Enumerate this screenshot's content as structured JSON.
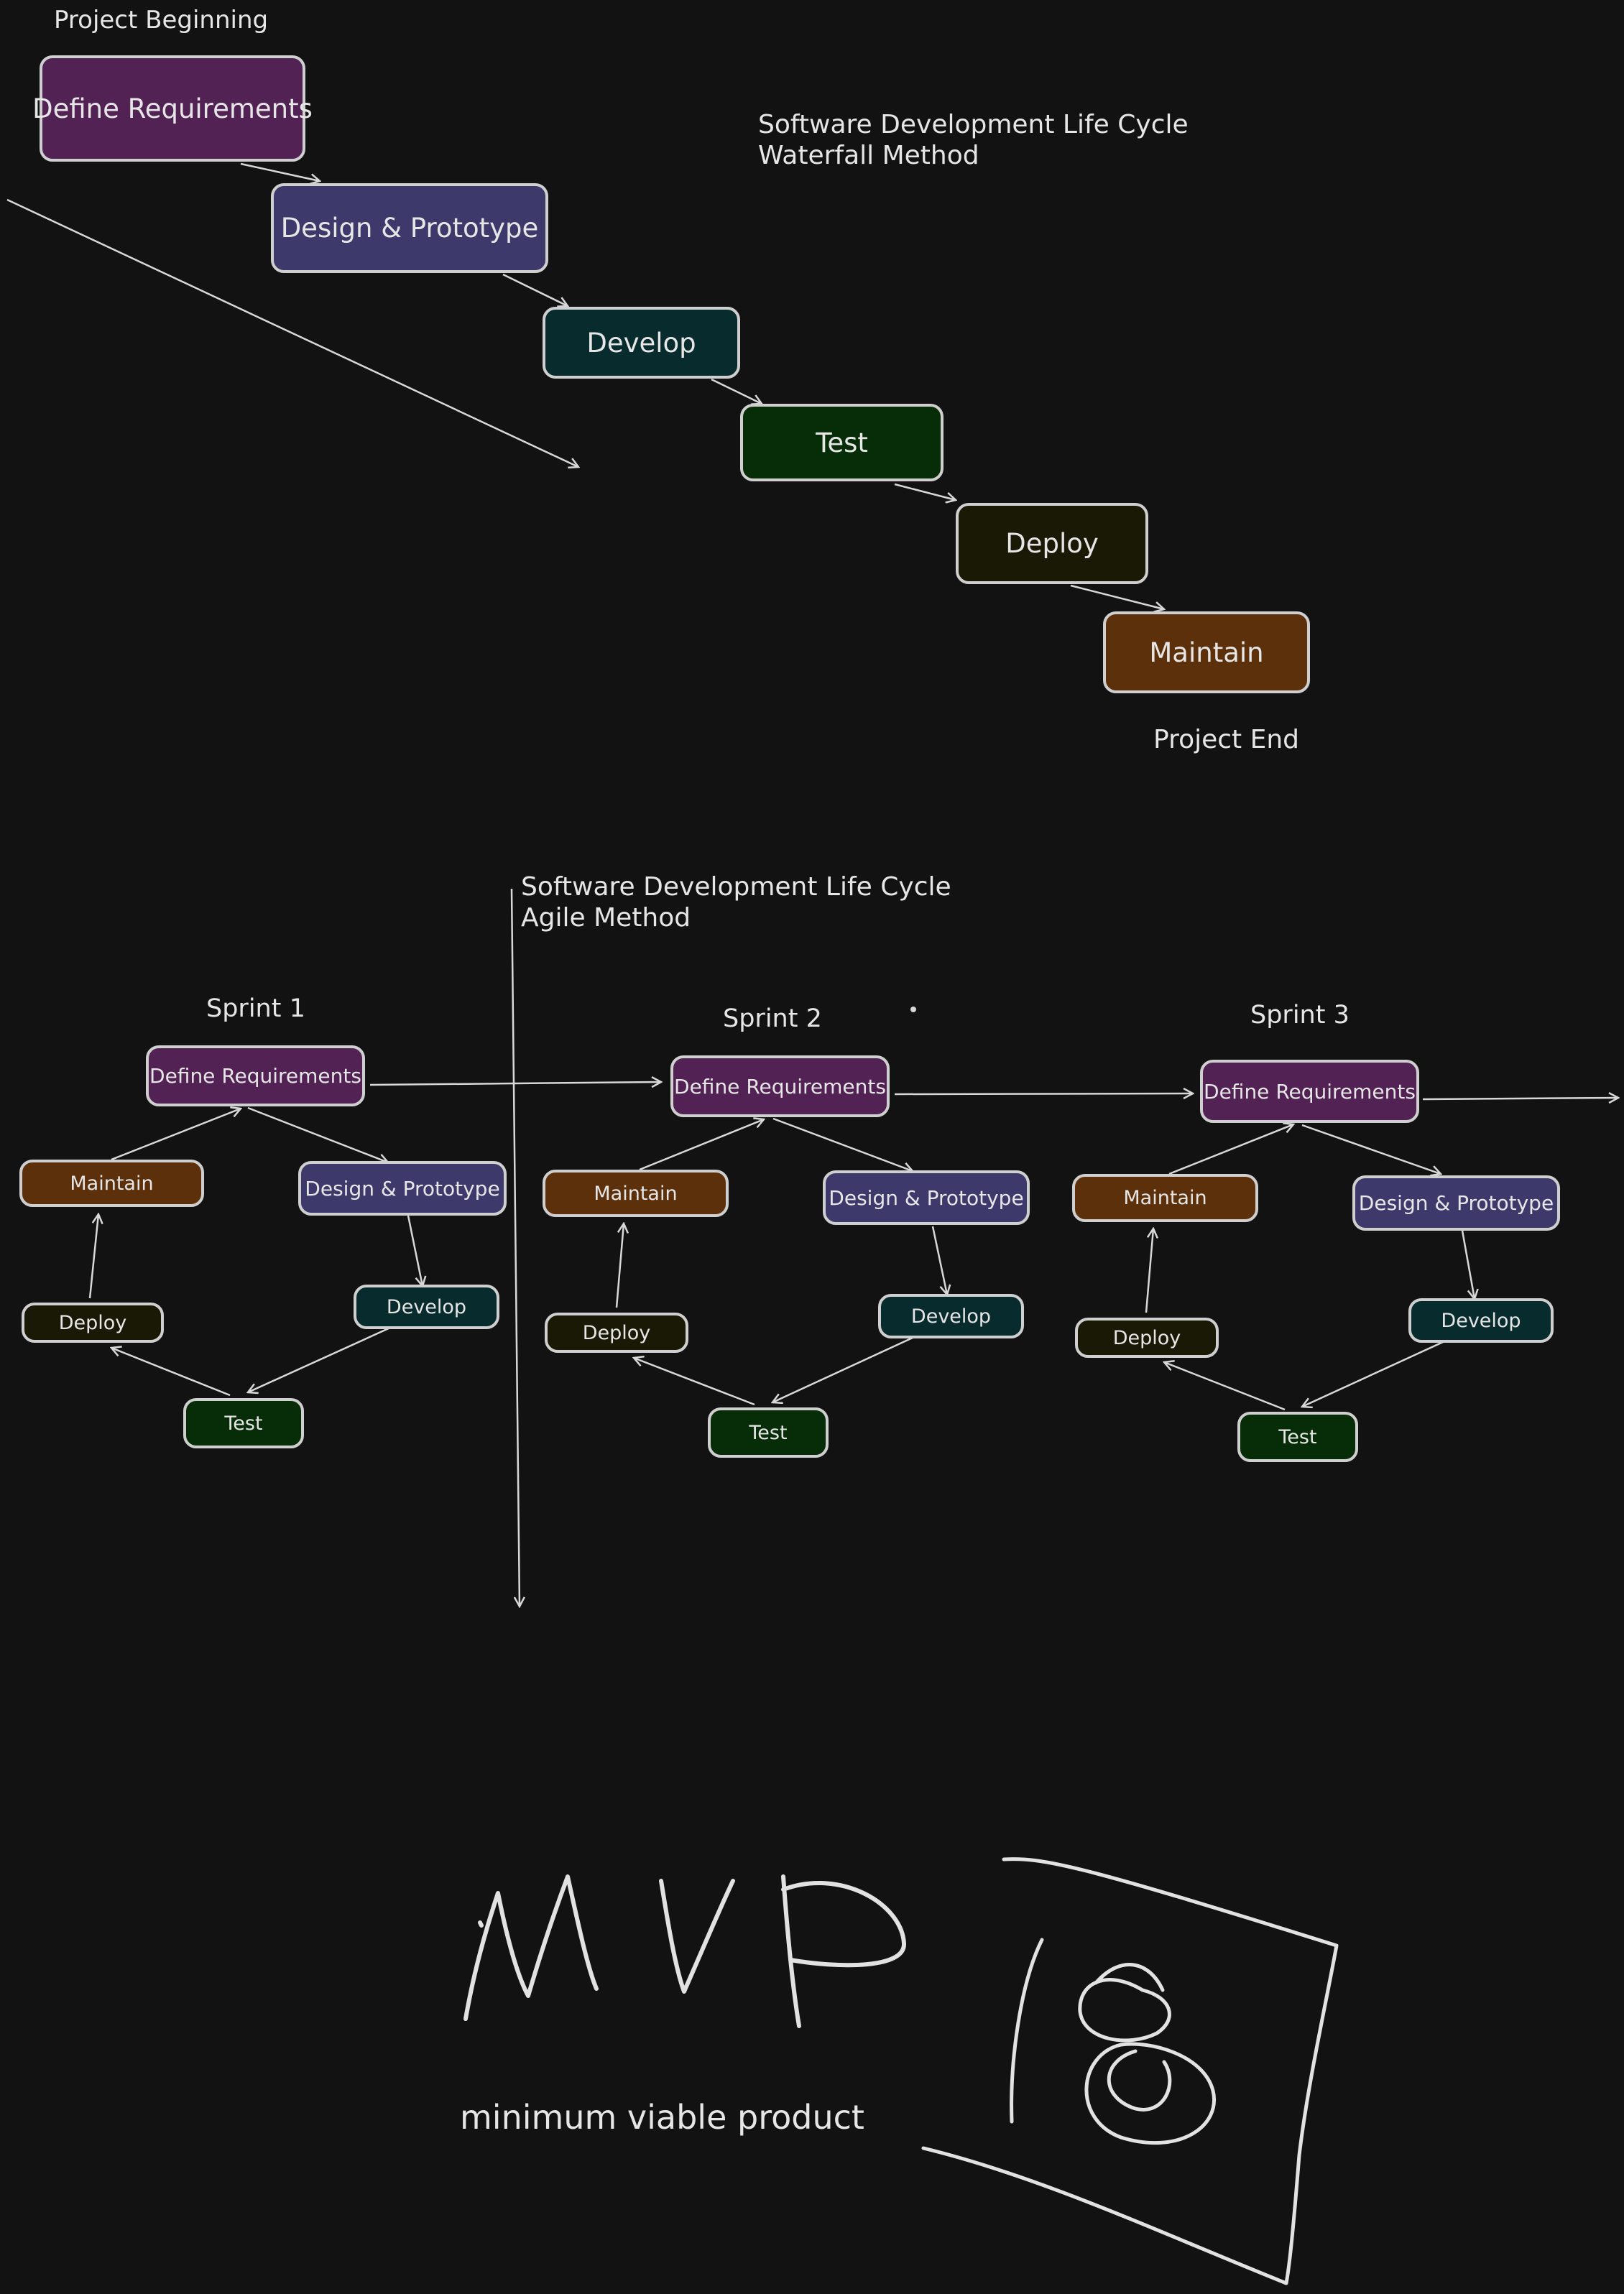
{
  "waterfall": {
    "title_line1": "Software Development Life Cycle",
    "title_line2": "Waterfall Method",
    "start_label": "Project Beginning",
    "end_label": "Project End",
    "phases": [
      "Define Requirements",
      "Design & Prototype",
      "Develop",
      "Test",
      "Deploy",
      "Maintain"
    ]
  },
  "agile": {
    "title_line1": "Software Development Life Cycle",
    "title_line2": "Agile Method",
    "sprints": [
      {
        "name": "Sprint 1",
        "phases": [
          "Define Requirements",
          "Design & Prototype",
          "Develop",
          "Test",
          "Deploy",
          "Maintain"
        ]
      },
      {
        "name": "Sprint 2",
        "phases": [
          "Define Requirements",
          "Design & Prototype",
          "Develop",
          "Test",
          "Deploy",
          "Maintain"
        ]
      },
      {
        "name": "Sprint 3",
        "phases": [
          "Define Requirements",
          "Design & Prototype",
          "Develop",
          "Test",
          "Deploy",
          "Maintain"
        ]
      }
    ]
  },
  "mvp": {
    "letters": "MVP",
    "caption": "minimum viable product",
    "sketch_number": "8"
  },
  "colors": {
    "background": "#121212",
    "stroke": "#cfcfcf",
    "define_requirements": "#522254",
    "design_prototype": "#3d3a6b",
    "develop": "#082c2e",
    "test": "#062d07",
    "deploy": "#1a1906",
    "maintain": "#5c300a"
  }
}
